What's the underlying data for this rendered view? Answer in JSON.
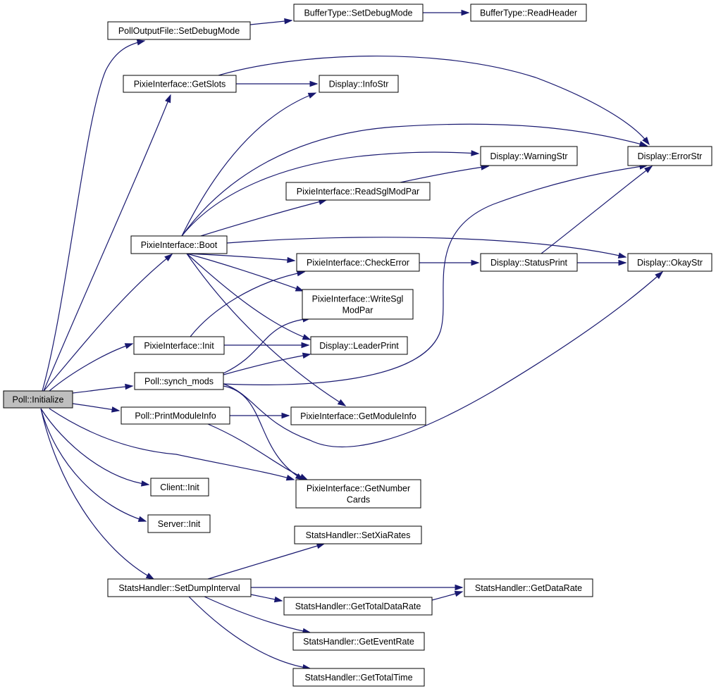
{
  "colors": {
    "edge": "#191970",
    "node_border": "#000000",
    "root_fill": "#bfbfbf",
    "node_fill": "#ffffff"
  },
  "nodes": {
    "poll_initialize": {
      "lines": [
        "Poll::Initialize"
      ],
      "root": true
    },
    "polloutputfile_setdebugmode": {
      "lines": [
        "PollOutputFile::SetDebugMode"
      ]
    },
    "buffertype_setdebugmode": {
      "lines": [
        "BufferType::SetDebugMode"
      ]
    },
    "buffertype_readheader": {
      "lines": [
        "BufferType::ReadHeader"
      ]
    },
    "pixieinterface_getslots": {
      "lines": [
        "PixieInterface::GetSlots"
      ]
    },
    "display_infostr": {
      "lines": [
        "Display::InfoStr"
      ]
    },
    "display_errorstr": {
      "lines": [
        "Display::ErrorStr"
      ]
    },
    "display_warningstr": {
      "lines": [
        "Display::WarningStr"
      ]
    },
    "pixieinterface_readsglmodpar": {
      "lines": [
        "PixieInterface::ReadSglModPar"
      ]
    },
    "pixieinterface_boot": {
      "lines": [
        "PixieInterface::Boot"
      ]
    },
    "display_okaystr": {
      "lines": [
        "Display::OkayStr"
      ]
    },
    "pixieinterface_checkerror": {
      "lines": [
        "PixieInterface::CheckError"
      ]
    },
    "display_statusprint": {
      "lines": [
        "Display::StatusPrint"
      ]
    },
    "pixieinterface_writesglmodpar": {
      "lines": [
        "PixieInterface::WriteSgl",
        "ModPar"
      ]
    },
    "pixieinterface_init": {
      "lines": [
        "PixieInterface::Init"
      ]
    },
    "display_leaderprint": {
      "lines": [
        "Display::LeaderPrint"
      ]
    },
    "poll_synch_mods": {
      "lines": [
        "Poll::synch_mods"
      ]
    },
    "poll_printmoduleinfo": {
      "lines": [
        "Poll::PrintModuleInfo"
      ]
    },
    "pixieinterface_getmoduleinfo": {
      "lines": [
        "PixieInterface::GetModuleInfo"
      ]
    },
    "client_init": {
      "lines": [
        "Client::Init"
      ]
    },
    "pixieinterface_getnumbercards": {
      "lines": [
        "PixieInterface::GetNumber",
        "Cards"
      ]
    },
    "server_init": {
      "lines": [
        "Server::Init"
      ]
    },
    "statshandler_setxiarates": {
      "lines": [
        "StatsHandler::SetXiaRates"
      ]
    },
    "statshandler_setdumpinterval": {
      "lines": [
        "StatsHandler::SetDumpInterval"
      ]
    },
    "statshandler_getdatarate": {
      "lines": [
        "StatsHandler::GetDataRate"
      ]
    },
    "statshandler_gettotaldatarate": {
      "lines": [
        "StatsHandler::GetTotalDataRate"
      ]
    },
    "statshandler_geteventrate": {
      "lines": [
        "StatsHandler::GetEventRate"
      ]
    },
    "statshandler_gettotaltime": {
      "lines": [
        "StatsHandler::GetTotalTime"
      ]
    }
  },
  "edges": [
    [
      "poll_initialize",
      "polloutputfile_setdebugmode"
    ],
    [
      "polloutputfile_setdebugmode",
      "buffertype_setdebugmode"
    ],
    [
      "buffertype_setdebugmode",
      "buffertype_readheader"
    ],
    [
      "poll_initialize",
      "pixieinterface_getslots"
    ],
    [
      "pixieinterface_getslots",
      "display_infostr"
    ],
    [
      "pixieinterface_getslots",
      "display_errorstr"
    ],
    [
      "poll_initialize",
      "pixieinterface_boot"
    ],
    [
      "pixieinterface_boot",
      "display_infostr"
    ],
    [
      "pixieinterface_boot",
      "display_errorstr"
    ],
    [
      "pixieinterface_boot",
      "display_warningstr"
    ],
    [
      "pixieinterface_boot",
      "pixieinterface_readsglmodpar"
    ],
    [
      "pixieinterface_readsglmodpar",
      "display_warningstr"
    ],
    [
      "pixieinterface_boot",
      "display_okaystr"
    ],
    [
      "pixieinterface_boot",
      "pixieinterface_checkerror"
    ],
    [
      "pixieinterface_boot",
      "pixieinterface_writesglmodpar"
    ],
    [
      "pixieinterface_boot",
      "display_leaderprint"
    ],
    [
      "pixieinterface_boot",
      "pixieinterface_getmoduleinfo"
    ],
    [
      "pixieinterface_checkerror",
      "display_statusprint"
    ],
    [
      "display_statusprint",
      "display_errorstr"
    ],
    [
      "display_statusprint",
      "display_okaystr"
    ],
    [
      "poll_initialize",
      "pixieinterface_init"
    ],
    [
      "pixieinterface_init",
      "pixieinterface_checkerror"
    ],
    [
      "pixieinterface_init",
      "display_leaderprint"
    ],
    [
      "poll_initialize",
      "poll_synch_mods"
    ],
    [
      "poll_synch_mods",
      "display_errorstr"
    ],
    [
      "poll_synch_mods",
      "pixieinterface_writesglmodpar"
    ],
    [
      "poll_synch_mods",
      "display_leaderprint"
    ],
    [
      "poll_synch_mods",
      "display_okaystr"
    ],
    [
      "poll_synch_mods",
      "pixieinterface_getnumbercards"
    ],
    [
      "poll_initialize",
      "poll_printmoduleinfo"
    ],
    [
      "poll_printmoduleinfo",
      "pixieinterface_getmoduleinfo"
    ],
    [
      "poll_printmoduleinfo",
      "pixieinterface_getnumbercards"
    ],
    [
      "poll_initialize",
      "client_init"
    ],
    [
      "poll_initialize",
      "pixieinterface_getnumbercards"
    ],
    [
      "poll_initialize",
      "server_init"
    ],
    [
      "poll_initialize",
      "statshandler_setdumpinterval"
    ],
    [
      "statshandler_setdumpinterval",
      "statshandler_setxiarates"
    ],
    [
      "statshandler_setdumpinterval",
      "statshandler_getdatarate"
    ],
    [
      "statshandler_setdumpinterval",
      "statshandler_gettotaldatarate"
    ],
    [
      "statshandler_gettotaldatarate",
      "statshandler_getdatarate"
    ],
    [
      "statshandler_setdumpinterval",
      "statshandler_geteventrate"
    ],
    [
      "statshandler_setdumpinterval",
      "statshandler_gettotaltime"
    ]
  ]
}
